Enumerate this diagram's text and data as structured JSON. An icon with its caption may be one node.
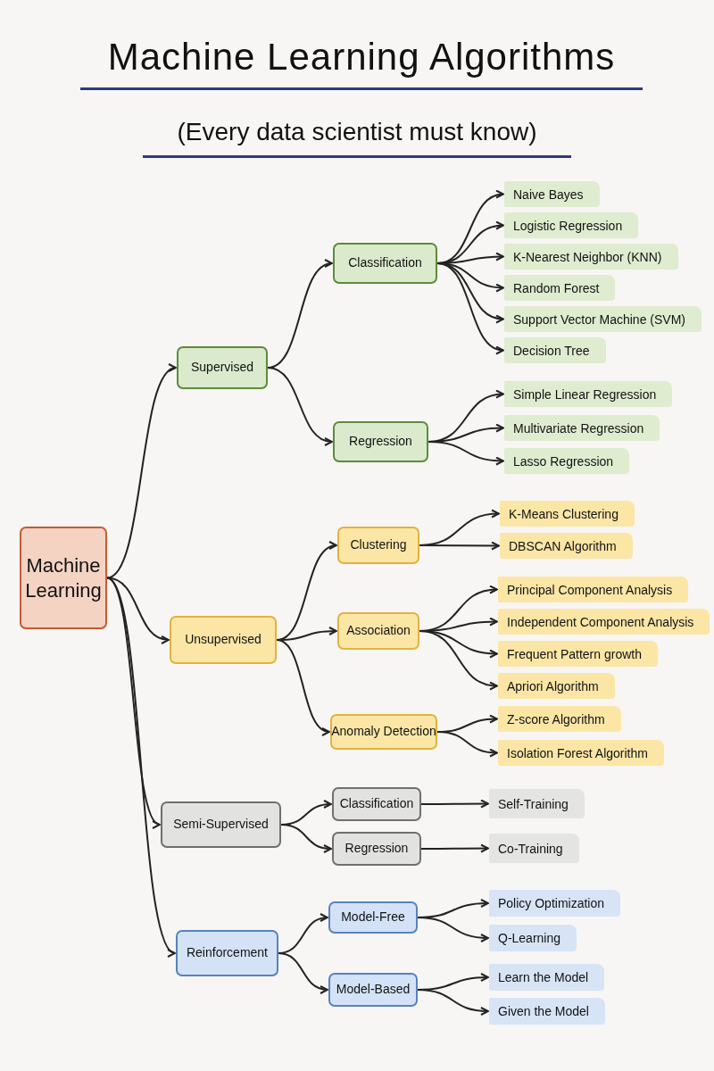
{
  "diagram": {
    "title": "Machine Learning Algorithms",
    "caption": "(Every data scientist must know)",
    "nodes": [
      {
        "text": [
          "Machine Learning"
        ]
      },
      {
        "text": [
          "Supervised"
        ]
      },
      {
        "text": [
          "Classification"
        ]
      },
      {
        "text": [
          "Naive Bayes"
        ]
      },
      {
        "text": [
          "Logistic Regression"
        ]
      },
      {
        "text": [
          "K-Nearest Neighbor (KNN)"
        ]
      },
      {
        "text": [
          "Random Forest"
        ]
      },
      {
        "text": [
          "Support Vector Machine (SVM)"
        ]
      },
      {
        "text": [
          "Decision Tree"
        ]
      },
      {
        "text": [
          "Regression"
        ]
      },
      {
        "text": [
          "Simple Linear Regression"
        ]
      },
      {
        "text": [
          "Multivariate Regression"
        ]
      },
      {
        "text": [
          "Lasso Regression"
        ]
      },
      {
        "text": [
          "Unsupervised"
        ]
      },
      {
        "text": [
          "Clustering"
        ]
      },
      {
        "text": [
          "K-Means Clustering"
        ]
      },
      {
        "text": [
          "DBSCAN Algorithm"
        ]
      },
      {
        "text": [
          "Association"
        ]
      },
      {
        "text": [
          "Principal Component Analysis"
        ]
      },
      {
        "text": [
          "Independent Component Analysis"
        ]
      },
      {
        "text": [
          "Frequent Pattern growth"
        ]
      },
      {
        "text": [
          "Apriori Algorithm"
        ]
      },
      {
        "text": [
          "Anomaly Detection"
        ]
      },
      {
        "text": [
          "Z-score Algorithm"
        ]
      },
      {
        "text": [
          "Isolation Forest Algorithm"
        ]
      },
      {
        "text": [
          "Semi-Supervised"
        ]
      },
      {
        "text": [
          "Classification"
        ]
      },
      {
        "text": [
          "Self-Training"
        ]
      },
      {
        "text": [
          "Regression"
        ]
      },
      {
        "text": [
          "Co-Training"
        ]
      },
      {
        "text": [
          "Reinforcement"
        ]
      },
      {
        "text": [
          "Model-Free"
        ]
      },
      {
        "text": [
          "Policy Optimization"
        ]
      },
      {
        "text": [
          "Q-Learning"
        ]
      },
      {
        "text": [
          "Model-Based"
        ]
      },
      {
        "text": [
          "Learn the Model"
        ]
      },
      {
        "text": [
          "Given the Model"
        ]
      }
    ],
    "edges": [
      {
        "from": 0,
        "to": 1,
        "arrow": "to"
      },
      {
        "from": 0,
        "to": 13,
        "arrow": "to"
      },
      {
        "from": 0,
        "to": 25,
        "arrow": "to"
      },
      {
        "from": 0,
        "to": 30,
        "arrow": "to"
      },
      {
        "from": 1,
        "to": 2,
        "arrow": "to"
      },
      {
        "from": 1,
        "to": 9,
        "arrow": "to"
      },
      {
        "from": 2,
        "to": 3,
        "arrow": "to"
      },
      {
        "from": 2,
        "to": 4,
        "arrow": "to"
      },
      {
        "from": 2,
        "to": 5,
        "arrow": "to"
      },
      {
        "from": 2,
        "to": 6,
        "arrow": "to"
      },
      {
        "from": 2,
        "to": 7,
        "arrow": "to"
      },
      {
        "from": 2,
        "to": 8,
        "arrow": "to"
      },
      {
        "from": 9,
        "to": 10,
        "arrow": "to"
      },
      {
        "from": 9,
        "to": 11,
        "arrow": "to"
      },
      {
        "from": 9,
        "to": 12,
        "arrow": "to"
      },
      {
        "from": 13,
        "to": 14,
        "arrow": "to"
      },
      {
        "from": 13,
        "to": 17,
        "arrow": "to"
      },
      {
        "from": 13,
        "to": 22,
        "arrow": "to"
      },
      {
        "from": 14,
        "to": 15,
        "arrow": "to"
      },
      {
        "from": 14,
        "to": 16,
        "arrow": "to"
      },
      {
        "from": 17,
        "to": 18,
        "arrow": "to"
      },
      {
        "from": 17,
        "to": 19,
        "arrow": "to"
      },
      {
        "from": 17,
        "to": 20,
        "arrow": "to"
      },
      {
        "from": 17,
        "to": 21,
        "arrow": "to"
      },
      {
        "from": 22,
        "to": 23,
        "arrow": "to"
      },
      {
        "from": 22,
        "to": 24,
        "arrow": "to"
      },
      {
        "from": 25,
        "to": 26,
        "arrow": "to"
      },
      {
        "from": 25,
        "to": 28,
        "arrow": "to"
      },
      {
        "from": 26,
        "to": 27,
        "arrow": "to"
      },
      {
        "from": 28,
        "to": 29,
        "arrow": "to"
      },
      {
        "from": 30,
        "to": 31,
        "arrow": "to"
      },
      {
        "from": 30,
        "to": 34,
        "arrow": "to"
      },
      {
        "from": 31,
        "to": 32,
        "arrow": "to"
      },
      {
        "from": 31,
        "to": 33,
        "arrow": "to"
      },
      {
        "from": 34,
        "to": 35,
        "arrow": "to"
      },
      {
        "from": 34,
        "to": 36,
        "arrow": "to"
      }
    ]
  }
}
